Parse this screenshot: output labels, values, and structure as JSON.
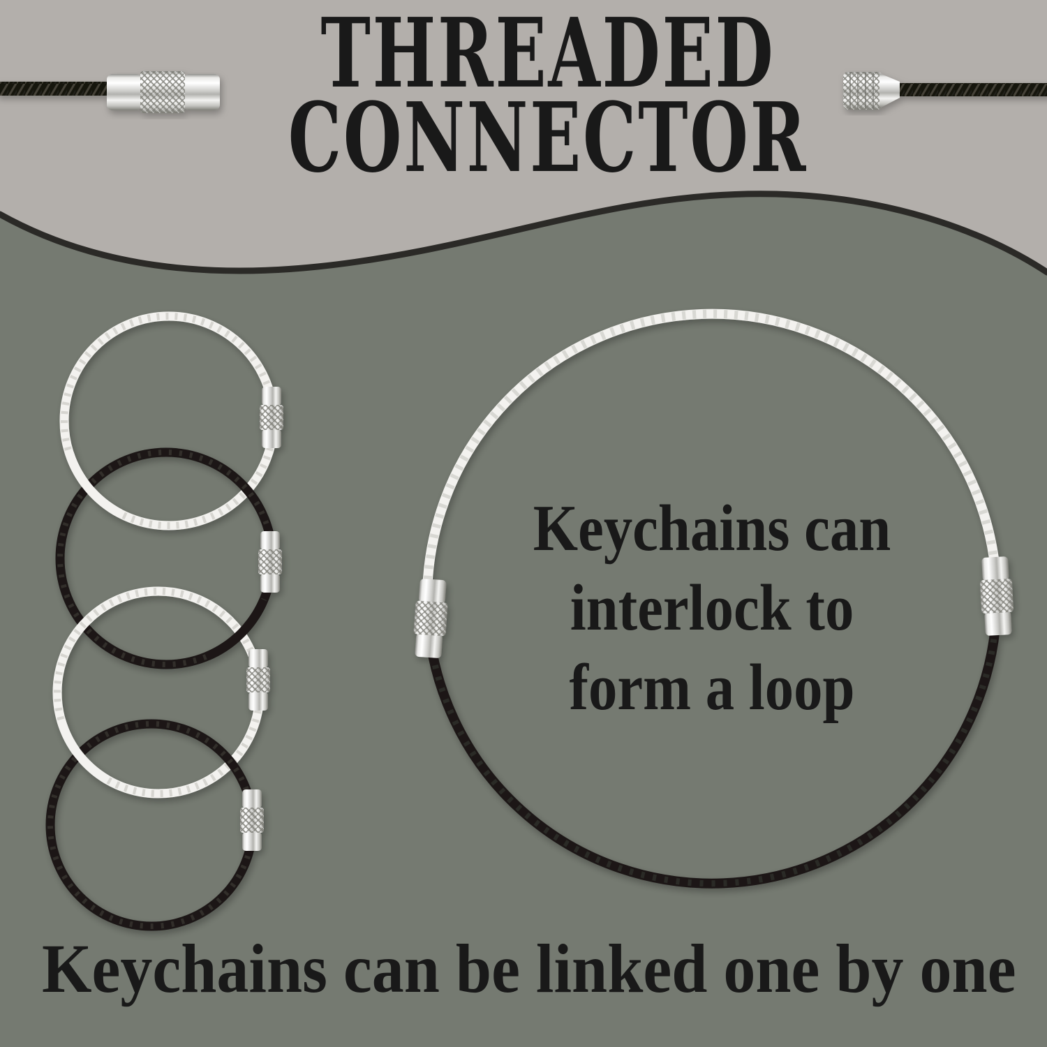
{
  "title": {
    "line1": "THREADED",
    "line2": "CONNECTOR"
  },
  "loop_caption": {
    "line1": "Keychains can",
    "line2": "interlock to",
    "line3": "form a loop"
  },
  "bottom_caption": "Keychains can be linked one by one",
  "graphics": {
    "closed_connector_photo": "black cable with closed threaded barrel connector",
    "open_connector_photo": "black cable with open threaded connector tip",
    "chain": "four interlocked wire keychain loops, alternating white and black",
    "loop": "large loop made of one white and one black keychain joined by two threaded connectors"
  },
  "colors": {
    "top-bg": "#b3afab",
    "main-bg": "#757a71",
    "divider": "#2b2a27",
    "text": "#191919",
    "white-cable": "#f3f2ef",
    "black-cable": "#1b1916",
    "silver": "#d9d9d6"
  }
}
